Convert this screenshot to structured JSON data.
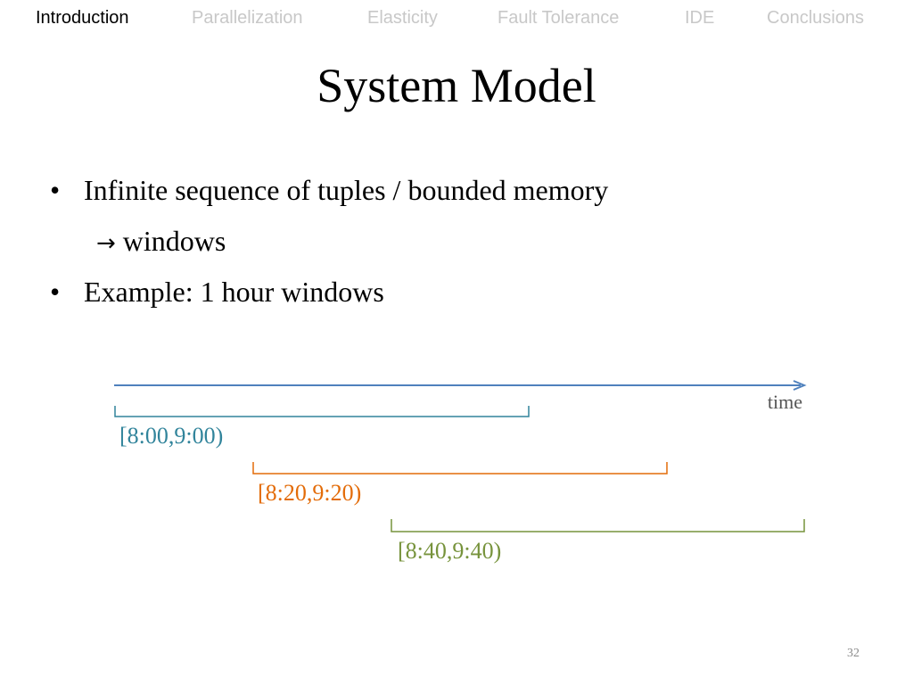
{
  "nav": {
    "items": [
      {
        "label": "Introduction",
        "active": true
      },
      {
        "label": "Parallelization",
        "active": false
      },
      {
        "label": "Elasticity",
        "active": false
      },
      {
        "label": "Fault Tolerance",
        "active": false
      },
      {
        "label": "IDE",
        "active": false
      },
      {
        "label": "Conclusions",
        "active": false
      }
    ]
  },
  "slide": {
    "title": "System Model",
    "bullets": [
      {
        "text": "Infinite sequence of tuples / bounded memory"
      },
      {
        "text": "windows",
        "prefix_icon": "right-arrow-icon",
        "sub": true
      },
      {
        "text": "Example: 1 hour windows"
      }
    ],
    "bullet_symbol": "•",
    "arrow_symbol": "→",
    "page_number": "32"
  },
  "timeline": {
    "axis_label": "time",
    "axis_color": "#4f81bd",
    "windows": [
      {
        "label": "[8:00,9:00)",
        "color": "#31849b"
      },
      {
        "label": "[8:20,9:20)",
        "color": "#e36c09"
      },
      {
        "label": "[8:40,9:40)",
        "color": "#77933c"
      }
    ]
  }
}
